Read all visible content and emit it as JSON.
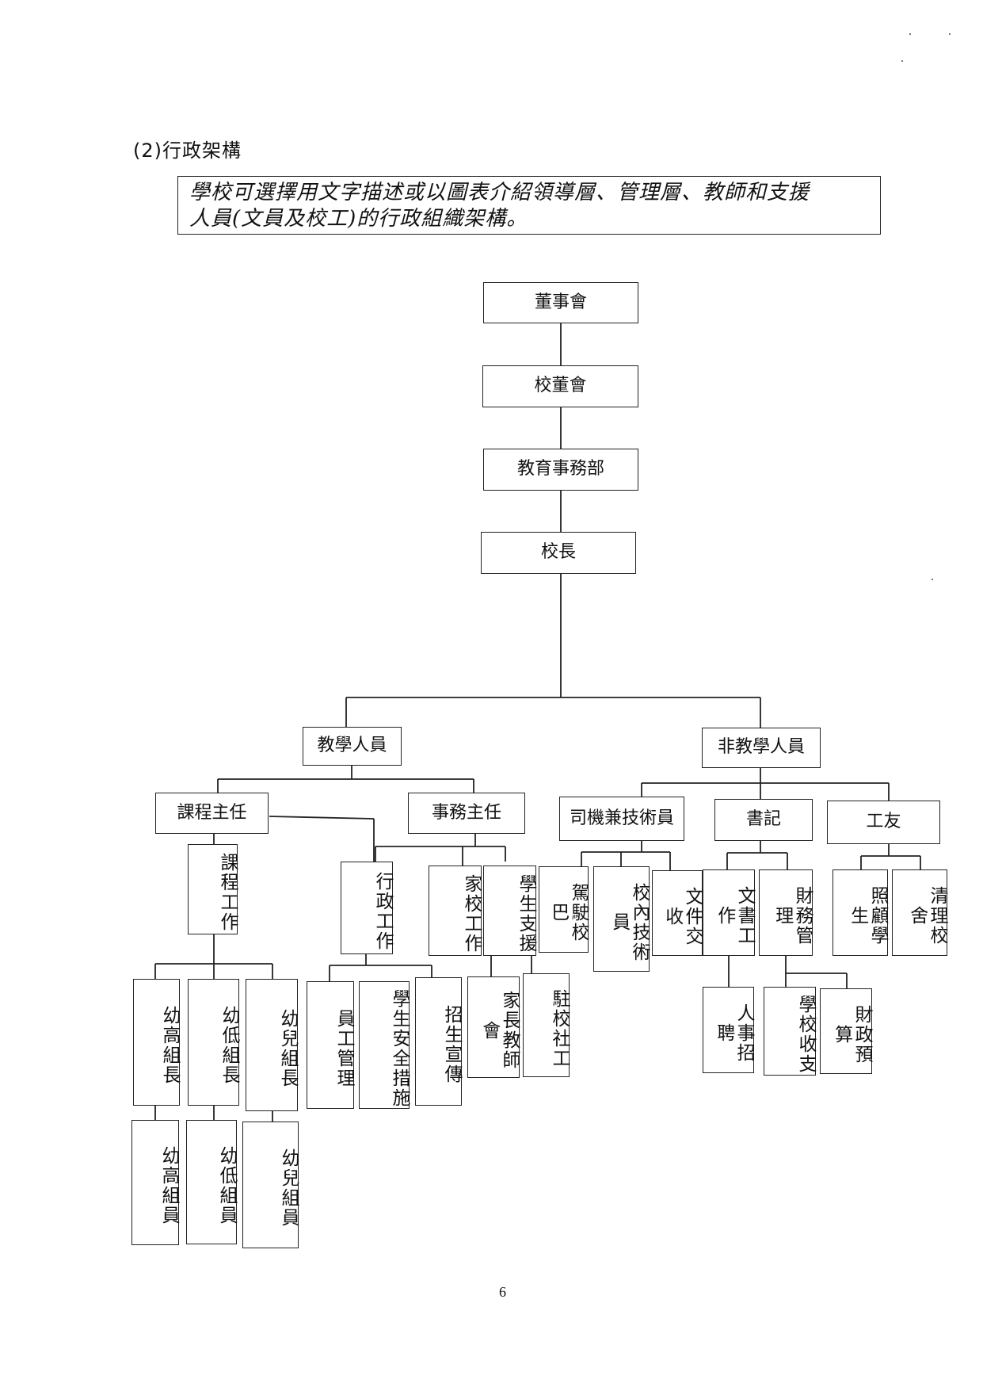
{
  "heading": "(2)行政架構",
  "note_lines": [
    "學校可選擇用文字描述或以圖表介紹領導層、管理層、教師和支援",
    "人員(文員及校工)的行政組織架構。"
  ],
  "page_number": "6",
  "nodes": {
    "board": "董事會",
    "school_board": "校董會",
    "edb": "教育事務部",
    "principal": "校長",
    "teaching": "教學人員",
    "non_teaching": "非教學人員",
    "curriculum_head": "課程主任",
    "affairs_head": "事務主任",
    "driver": "司機兼技術員",
    "clerk": "書記",
    "janitor": "工友",
    "curriculum_work": "課程工作",
    "admin_work": "行政工作",
    "home_school": "家校工作",
    "student_support": "學生支援",
    "drive_bus": "駕駛校巴",
    "tech": "校內技術員",
    "doc_receive": "文件交收",
    "clerical": "文書工作",
    "finance_mgmt": "財務管理",
    "care_students": "照顧學生",
    "clean_school": "清理校舍",
    "k3_leader": "幼高組長",
    "k2_leader": "幼低組長",
    "k1_leader": "幼兒組長",
    "staff_mgmt": "員工管理",
    "safety": "學生安全措施",
    "promotion": "招生宣傳",
    "pta": "家長教師會",
    "social_worker": "駐校社工",
    "recruit": "人事招聘",
    "income_exp": "學校收支",
    "budget": "財政預算",
    "k3_member": "幼高組員",
    "k2_member": "幼低組員",
    "k1_member": "幼兒組員"
  }
}
